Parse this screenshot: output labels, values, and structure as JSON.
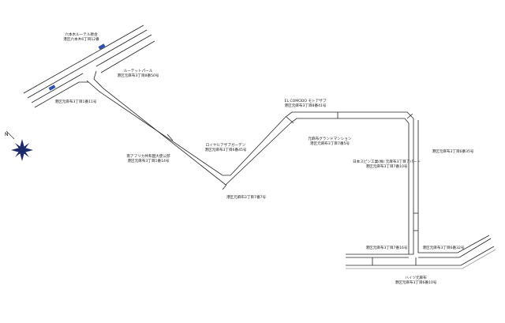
{
  "labels": [
    {
      "name": "六本木ルーテル教会",
      "addr": "港区六本木6丁目12番"
    },
    {
      "name": "ルーテットパール",
      "addr": "港区元麻布3丁目8番50号"
    },
    {
      "name": "",
      "addr": "港区元麻布3丁目1番11号"
    },
    {
      "name": "南アフリカ共和国大使公邸",
      "addr": "港区元麻布3丁目1番14号"
    },
    {
      "name": "ロイヤルアザブガーデン",
      "addr": "港区元麻布3丁目6番45号"
    },
    {
      "name": "",
      "addr": "港区元麻布3丁目7番7号"
    },
    {
      "name": "EL COMODO モトアザブ",
      "addr": "港区元麻布3丁目8番41号"
    },
    {
      "name": "元麻布グランドマンション",
      "addr": "港区元麻布3丁目7番5号"
    },
    {
      "name": "",
      "addr": "港区元麻布3丁目6番35号"
    },
    {
      "name": "日本スピン工業(株) 元麻布3丁目アパート",
      "addr": "港区元麻布3丁目7番10号"
    },
    {
      "name": "",
      "addr": "港区元麻布3丁目7番16号"
    },
    {
      "name": "",
      "addr": "港区元麻布3丁目6番32号"
    },
    {
      "name": "ハイツ元麻布",
      "addr": "港区元麻布3丁目6番10号"
    }
  ],
  "compass": {
    "north_label": "N"
  },
  "colors": {
    "line": "#222222",
    "marker": "#2a4fb8",
    "compass": "#1a2a6c"
  }
}
